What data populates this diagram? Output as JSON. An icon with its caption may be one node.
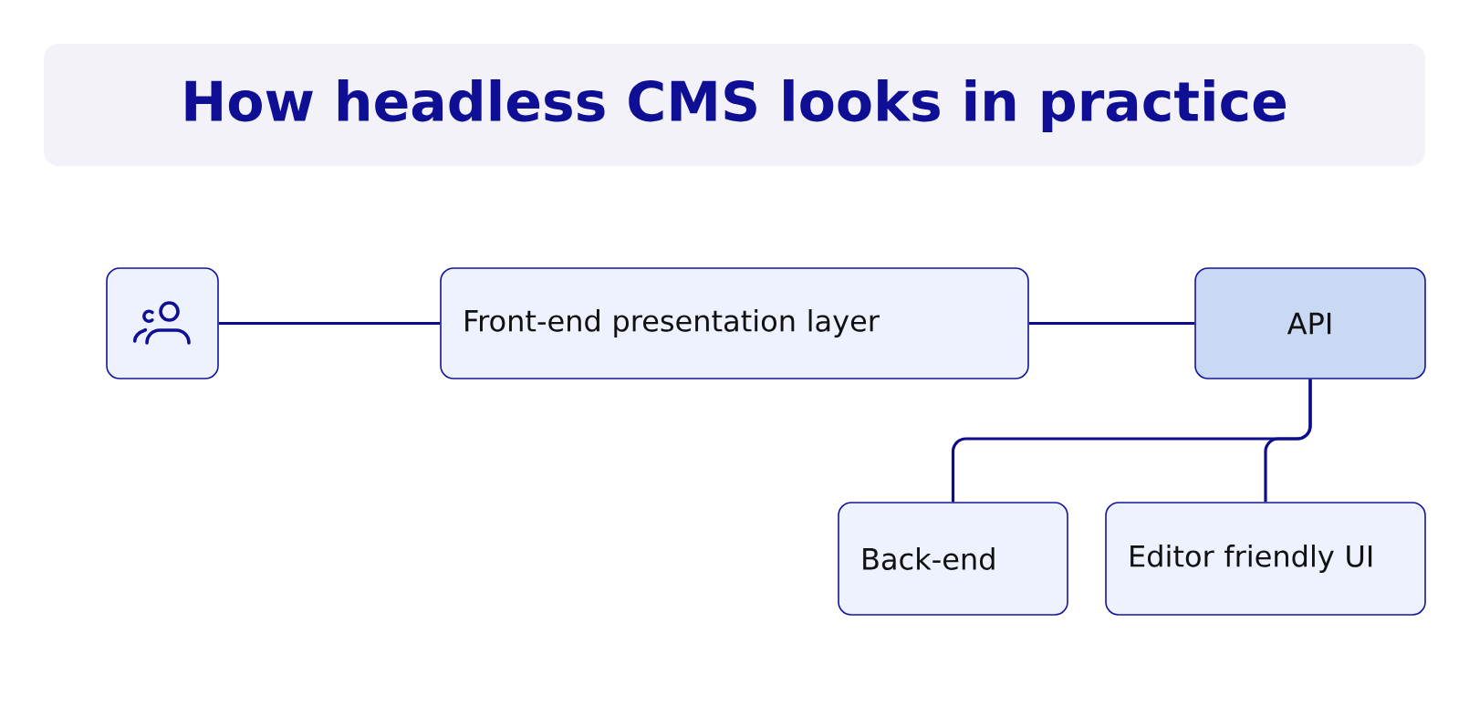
{
  "diagram": {
    "title": "How headless CMS looks in practice",
    "nodes": [
      {
        "text": [],
        "shape": "person"
      },
      {
        "text": [
          "Front-end presentation layer"
        ]
      },
      {
        "text": [
          "API"
        ]
      },
      {
        "text": [
          "Back-end"
        ]
      },
      {
        "text": [
          "Editor friendly UI"
        ]
      }
    ],
    "edges": [
      {
        "from": 0,
        "to": 1,
        "arrow": "none"
      },
      {
        "from": 1,
        "to": 2,
        "arrow": "none"
      },
      {
        "from": 2,
        "to": 3,
        "arrow": "none"
      },
      {
        "from": 2,
        "to": 4,
        "arrow": "none"
      }
    ]
  }
}
